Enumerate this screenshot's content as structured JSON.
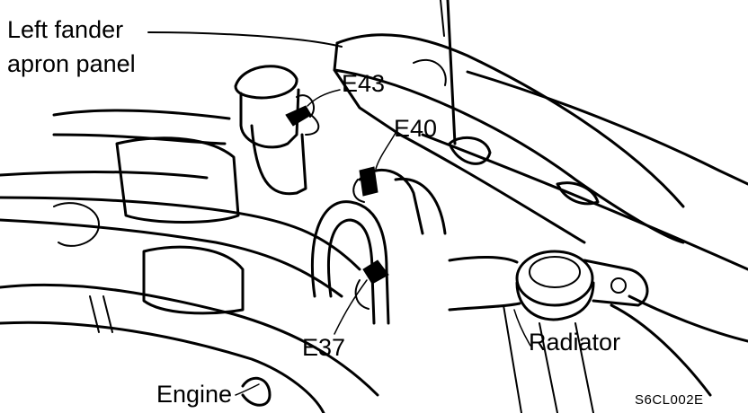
{
  "labels": {
    "fender_line1": "Left fander",
    "fender_line2": "apron panel",
    "e43": "E43",
    "e40": "E40",
    "e37": "E37",
    "radiator": "Radiator",
    "engine": "Engine",
    "figure_code": "S6CL002E"
  }
}
